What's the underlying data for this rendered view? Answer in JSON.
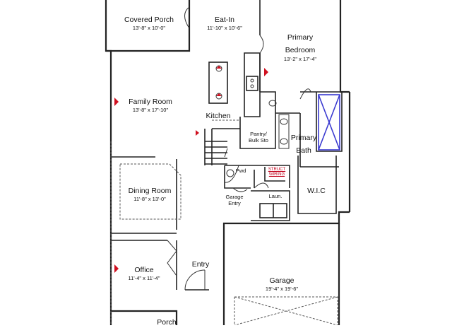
{
  "colors": {
    "wall": "#222222",
    "marker": "#d01020",
    "shower": "#3a3ad0"
  },
  "rooms": {
    "covered_porch": {
      "name": "Covered Porch",
      "dim": "13'-8\" x 10'-0\""
    },
    "eat_in": {
      "name": "Eat-In",
      "dim": "11'-10\" x 10'-6\""
    },
    "primary_bedroom": {
      "name": "Primary Bedroom",
      "dim": "13'-2\" x 17'-4\""
    },
    "family_room": {
      "name": "Family Room",
      "dim": "13'-8\" x 17'-10\""
    },
    "kitchen": {
      "name": "Kitchen"
    },
    "pantry": {
      "name": "Pantry/ Bulk Sto"
    },
    "primary_bath": {
      "name": "Primary Bath"
    },
    "dining_room": {
      "name": "Dining Room",
      "dim": "11'-8\" x 13'-0\""
    },
    "pwd": {
      "name": "Pwd"
    },
    "struct_wiring": {
      "line1": "STRUCT",
      "line2": "WIRING"
    },
    "wic": {
      "name": "W.I.C"
    },
    "garage_entry": {
      "name": "Garage Entry"
    },
    "laundry": {
      "name": "Laun."
    },
    "office": {
      "name": "Office",
      "dim": "11'-4\" x 11'-4\""
    },
    "entry": {
      "name": "Entry"
    },
    "garage": {
      "name": "Garage",
      "dim": "19'-4\" x 19'-6\""
    },
    "porch": {
      "name": "Porch"
    }
  }
}
